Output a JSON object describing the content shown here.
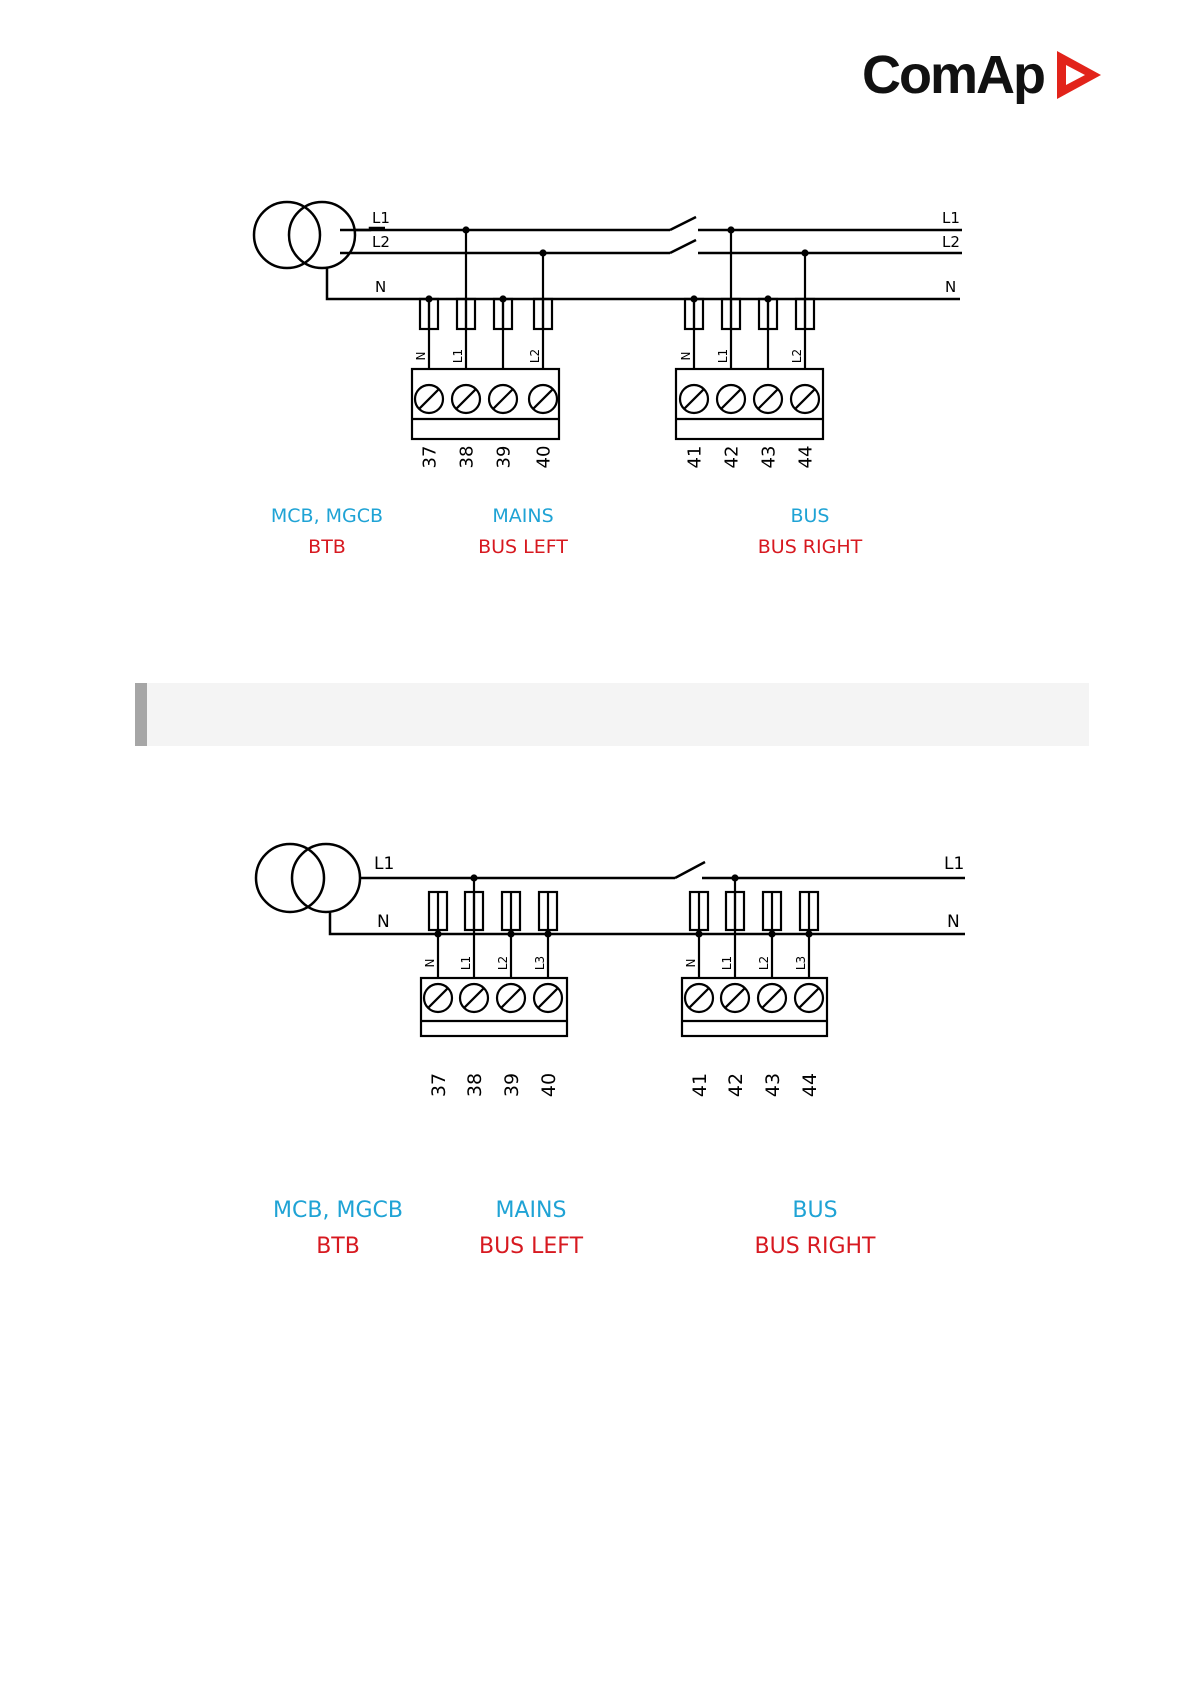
{
  "logo": {
    "text": "ComAp",
    "icon": "comap-red-arrow-icon",
    "colors": {
      "text": "#111111",
      "mark": "#e2231a"
    }
  },
  "colors": {
    "blue_label": "#1fa3d5",
    "red_label": "#d71920",
    "line": "#000000"
  },
  "diagram_top": {
    "source_lines": {
      "l1": "L1",
      "l2": "L2",
      "n": "N"
    },
    "bus_lines": {
      "l1": "L1",
      "l2": "L2",
      "n": "N"
    },
    "left_block": {
      "wires": [
        "N",
        "L1",
        "L2"
      ],
      "terminals": [
        "37",
        "38",
        "39",
        "40"
      ]
    },
    "right_block": {
      "wires": [
        "N",
        "L1",
        "L2"
      ],
      "terminals": [
        "41",
        "42",
        "43",
        "44"
      ]
    },
    "labels": {
      "breaker_blue": "MCB, MGCB",
      "breaker_red": "BTB",
      "left_blue": "MAINS",
      "left_red": "BUS LEFT",
      "right_blue": "BUS",
      "right_red": "BUS RIGHT"
    }
  },
  "diagram_bottom": {
    "source_lines": {
      "l1": "L1",
      "n": "N"
    },
    "bus_lines": {
      "l1": "L1",
      "n": "N"
    },
    "left_block": {
      "wires": [
        "N",
        "L1",
        "L2",
        "L3"
      ],
      "terminals": [
        "37",
        "38",
        "39",
        "40"
      ]
    },
    "right_block": {
      "wires": [
        "N",
        "L1",
        "L2",
        "L3"
      ],
      "terminals": [
        "41",
        "42",
        "43",
        "44"
      ]
    },
    "labels": {
      "breaker_blue": "MCB, MGCB",
      "breaker_red": "BTB",
      "left_blue": "MAINS",
      "left_red": "BUS LEFT",
      "right_blue": "BUS",
      "right_red": "BUS RIGHT"
    }
  },
  "note_box": {
    "text": ""
  }
}
